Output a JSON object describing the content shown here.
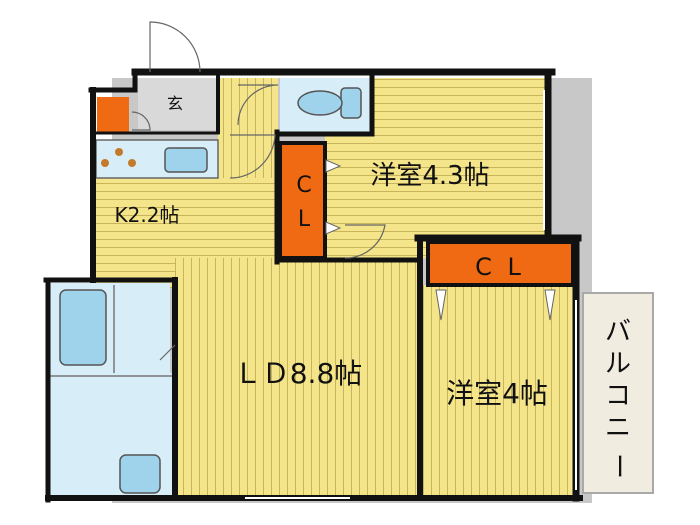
{
  "labels": {
    "entrance": "玄",
    "kitchen": "K2.2帖",
    "western_room_1": "洋室4.3帖",
    "closet_1_line1": "C",
    "closet_1_line2": "L",
    "closet_2": "C L",
    "living_dining": "ＬＤ8.8帖",
    "western_room_2": "洋室4帖",
    "balcony_chars": [
      "バ",
      "ル",
      "コ",
      "ニ",
      "ー"
    ]
  },
  "colors": {
    "floor_yellow": "#f4e58a",
    "floor_line": "#c8b45a",
    "closet_orange": "#ef6a12",
    "water_blue": "#d7edf8",
    "fixture_blue": "#9fd3ec",
    "entrance_gray": "#d9d9d9",
    "wall": "#111111",
    "balcony": "#f1ece0"
  }
}
